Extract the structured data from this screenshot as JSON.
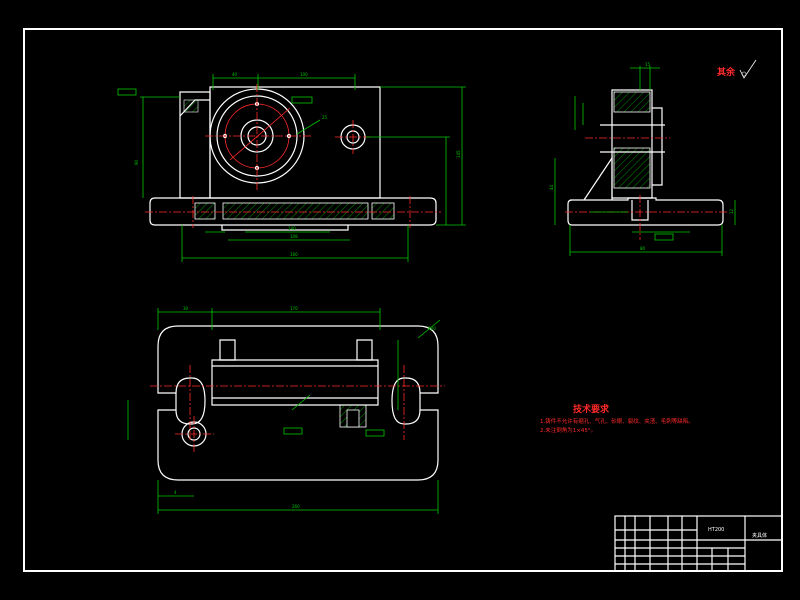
{
  "notes": {
    "title": "技术要求",
    "line1": "1.铸件不允许有缩孔、气孔、砂眼、裂纹、夹渣、毛刺等缺陷。",
    "line2": "2.未注倒角为1×45°。"
  },
  "roughness": {
    "label": "其余"
  },
  "title_block": {
    "name": "夹具体",
    "material": "HT200"
  },
  "dimensions": {
    "d40": "40",
    "d100": "100",
    "d170": "170",
    "d80": "80",
    "d260": "260",
    "d160": "160",
    "d140": "140",
    "d108": "108",
    "d30": "30",
    "d44": "44",
    "d4": "4",
    "r20": "R20",
    "d90": "90",
    "d25": "25",
    "d12": "12",
    "d145": "145",
    "d15": "15"
  },
  "colors": {
    "outline": "#ffffff",
    "dimension": "#00c800",
    "centerline": "#ff2a2a",
    "background": "#000000"
  }
}
